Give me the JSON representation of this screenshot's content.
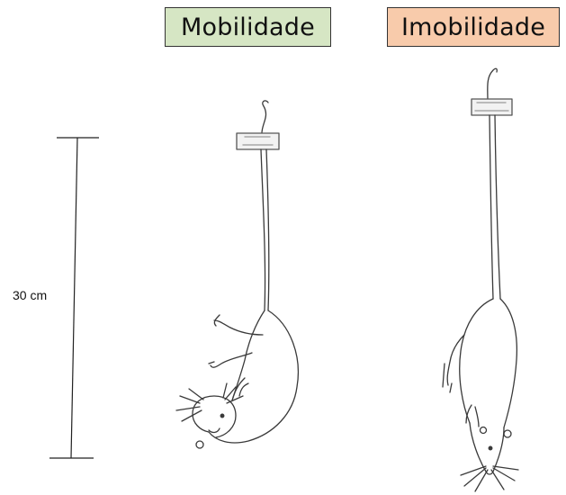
{
  "labels": {
    "mobility": "Mobilidade",
    "immobility": "Imobilidade"
  },
  "scale": {
    "text": "30 cm"
  },
  "colors": {
    "mobility_box": "#d6e6c4",
    "immobility_box": "#f8cbab",
    "line": "#3a3a3a"
  }
}
